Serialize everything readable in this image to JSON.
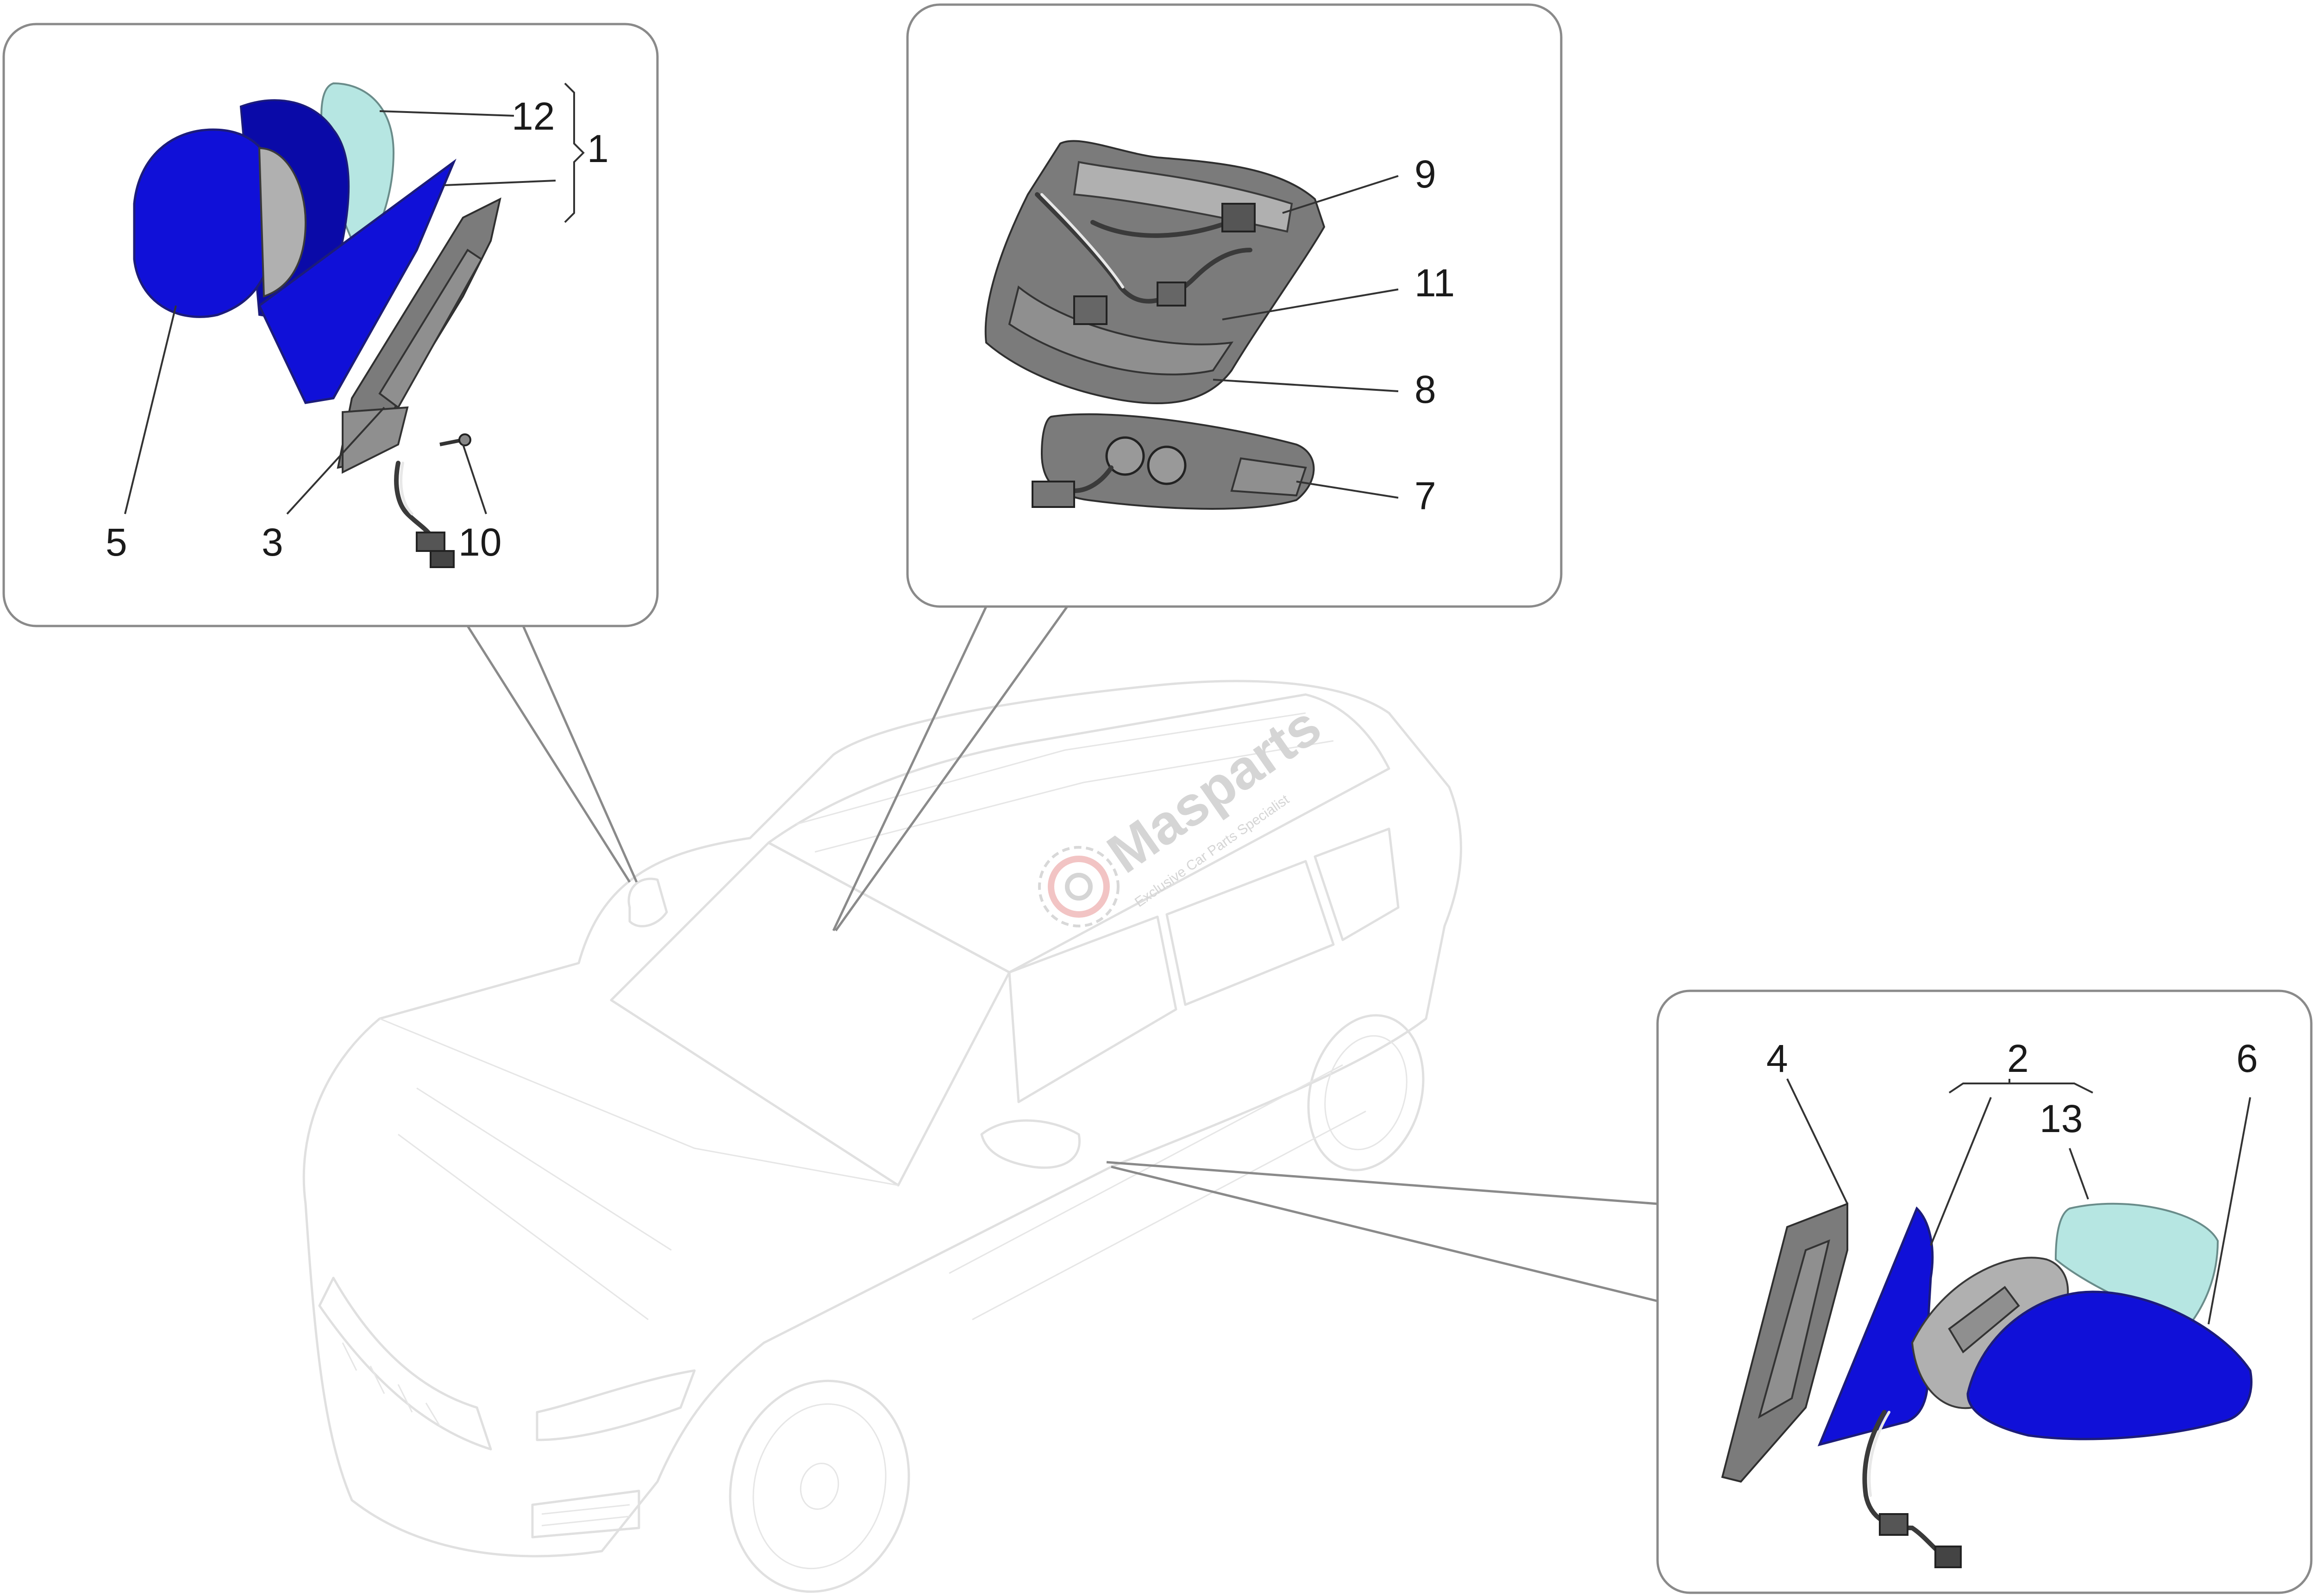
{
  "diagram": {
    "watermark": {
      "brand": "Masparts",
      "tagline": "Exclusive Car Parts Specialist"
    },
    "callouts": {
      "left_mirror": [
        "12",
        "1",
        "5",
        "3",
        "10"
      ],
      "interior_mirror": [
        "9",
        "11",
        "8",
        "7"
      ],
      "right_mirror": [
        "4",
        "2",
        "13",
        "6"
      ]
    },
    "colors": {
      "mirror_housing": "#1010d8",
      "mirror_glass": "#b6e6e2",
      "mechanism": "#7b7b7b",
      "car_outline": "#e0e0e0",
      "frame_stroke": "#8a8a8a"
    }
  }
}
